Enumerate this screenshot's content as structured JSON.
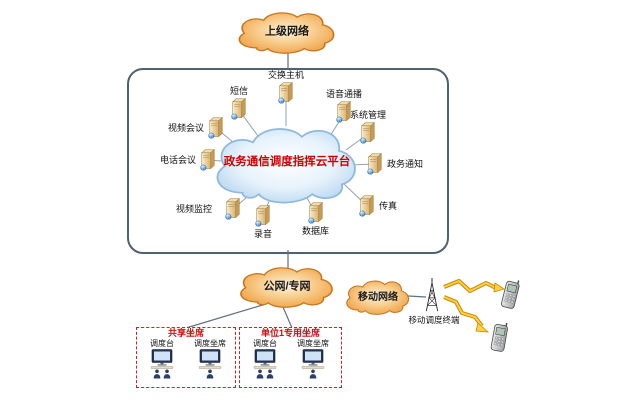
{
  "diagram": {
    "top_cloud": "上级网络",
    "public_cloud": "公网/专网",
    "mobile_cloud": "移动网络",
    "platform_label": "政务通信调度指挥云平台",
    "mobile_terminal_label": "移动调度终端",
    "nodes": {
      "exchange": "交换主机",
      "sms": "短信",
      "voice": "语音通播",
      "video_conf": "视频会议",
      "sys_mgmt": "系统管理",
      "tel_conf": "电话会议",
      "gov_notice": "政务通知",
      "video_monitor": "视频监控",
      "fax": "传真",
      "recording": "录音",
      "database": "数据库"
    },
    "seat_groups": [
      {
        "title": "共享坐席",
        "stations": [
          "调度台",
          "调度坐席"
        ]
      },
      {
        "title": "单位1专用坐席",
        "stations": [
          "调度台",
          "调度坐席"
        ]
      }
    ],
    "colors": {
      "cloud_orange": "#EE9A3A",
      "cloud_blue": "#AFD2EE",
      "platform_text": "#CC0000",
      "seat_border": "#CC2222",
      "bolt": "#FFD23E"
    },
    "icons": {
      "server": "3d-box-with-globe",
      "monitor": "desktop-workstation",
      "person": "operator-figure",
      "antenna": "lattice-tower",
      "phone": "candybar-mobile",
      "bolt": "zigzag-lightning"
    }
  }
}
